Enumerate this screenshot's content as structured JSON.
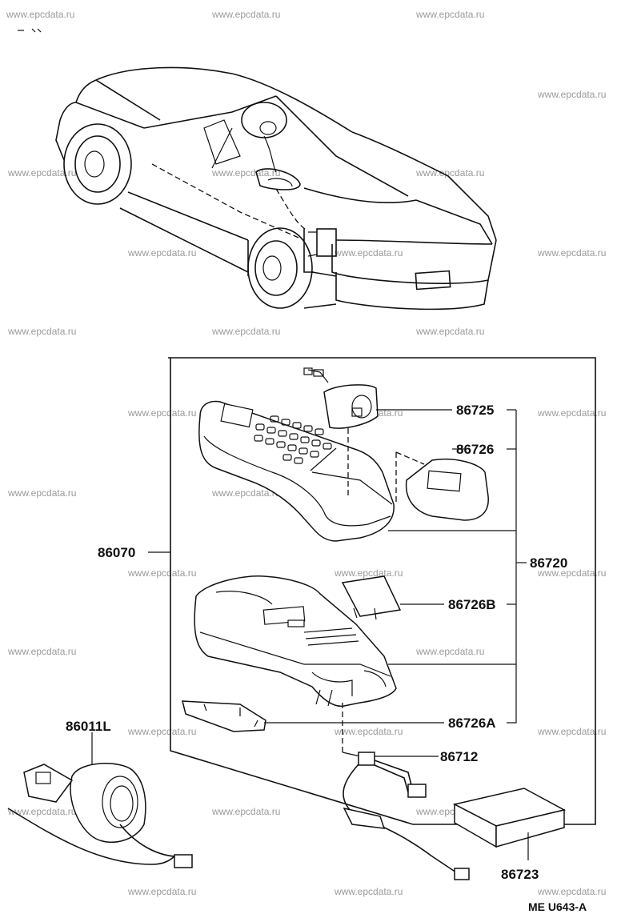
{
  "watermark": "www.epcdata.ru",
  "diagram_code": "ME U643-A",
  "part_labels": {
    "p86725": "86725",
    "p86726": "86726",
    "p86070": "86070",
    "p86720": "86720",
    "p86726B": "86726B",
    "p86726A": "86726A",
    "p86011L": "86011L",
    "p86712": "86712",
    "p86723": "86723"
  }
}
